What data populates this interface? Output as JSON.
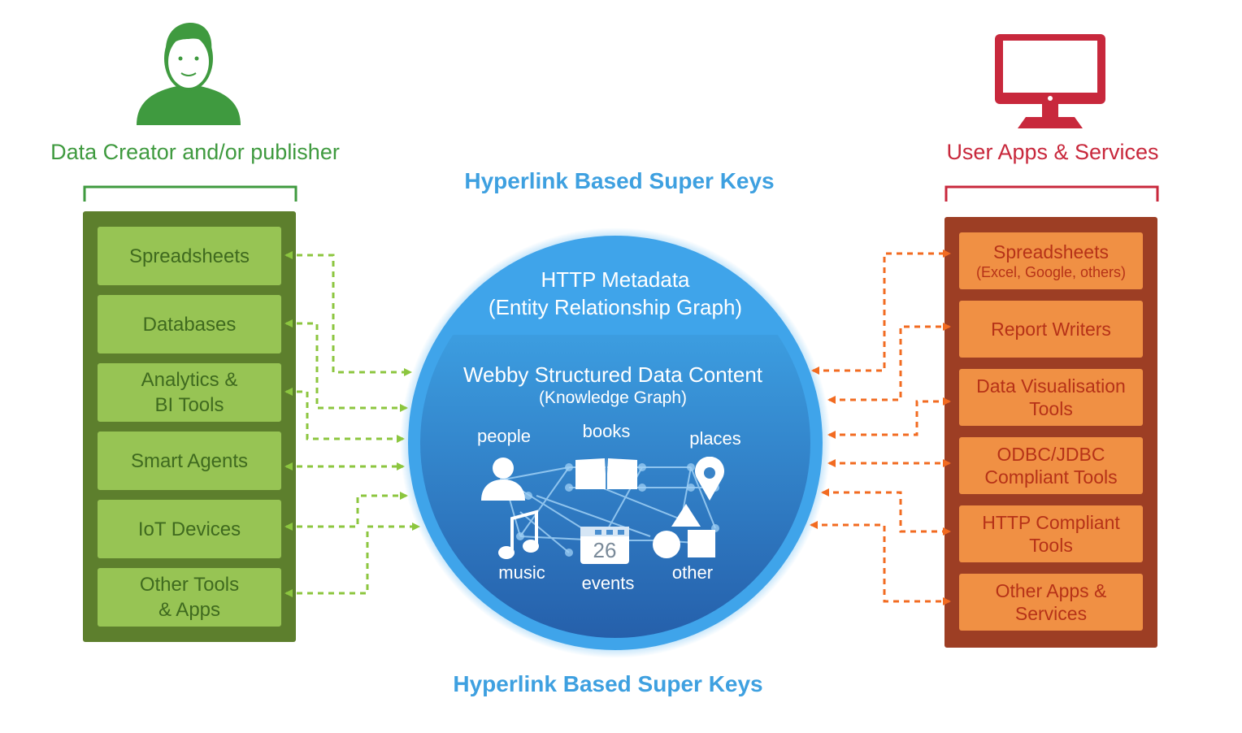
{
  "left": {
    "title": "Data Creator and/or publisher",
    "items": [
      {
        "line1": "Spreadsheets",
        "line2": ""
      },
      {
        "line1": "Databases",
        "line2": ""
      },
      {
        "line1": "Analytics &",
        "line2": "BI Tools"
      },
      {
        "line1": "Smart Agents",
        "line2": ""
      },
      {
        "line1": "IoT Devices",
        "line2": ""
      },
      {
        "line1": "Other Tools",
        "line2": "& Apps"
      }
    ]
  },
  "right": {
    "title": "User Apps & Services",
    "items": [
      {
        "line1": "Spreadsheets",
        "line2": "(Excel, Google, others)"
      },
      {
        "line1": "Report Writers",
        "line2": ""
      },
      {
        "line1": "Data Visualisation",
        "line2": "Tools"
      },
      {
        "line1": "ODBC/JDBC",
        "line2": "Compliant Tools"
      },
      {
        "line1": "HTTP Compliant",
        "line2": "Tools"
      },
      {
        "line1": "Other Apps &",
        "line2": "Services"
      }
    ]
  },
  "super_keys_top": "Hyperlink Based Super Keys",
  "super_keys_bottom": "Hyperlink Based Super Keys",
  "circle": {
    "metadata_title": "HTTP Metadata",
    "metadata_subtitle": "(Entity Relationship Graph)",
    "content_title": "Webby Structured Data Content",
    "content_subtitle": "(Knowledge Graph)",
    "nodes": {
      "people": "people",
      "books": "books",
      "places": "places",
      "music": "music",
      "events": "events",
      "other": "other",
      "calendar_day": "26"
    }
  },
  "colors": {
    "left_accent": "#3f9a3f",
    "right_accent": "#c8283c",
    "super_key": "#3ea0e0",
    "left_arrow": "#8cc63f",
    "right_arrow": "#f26b21"
  }
}
